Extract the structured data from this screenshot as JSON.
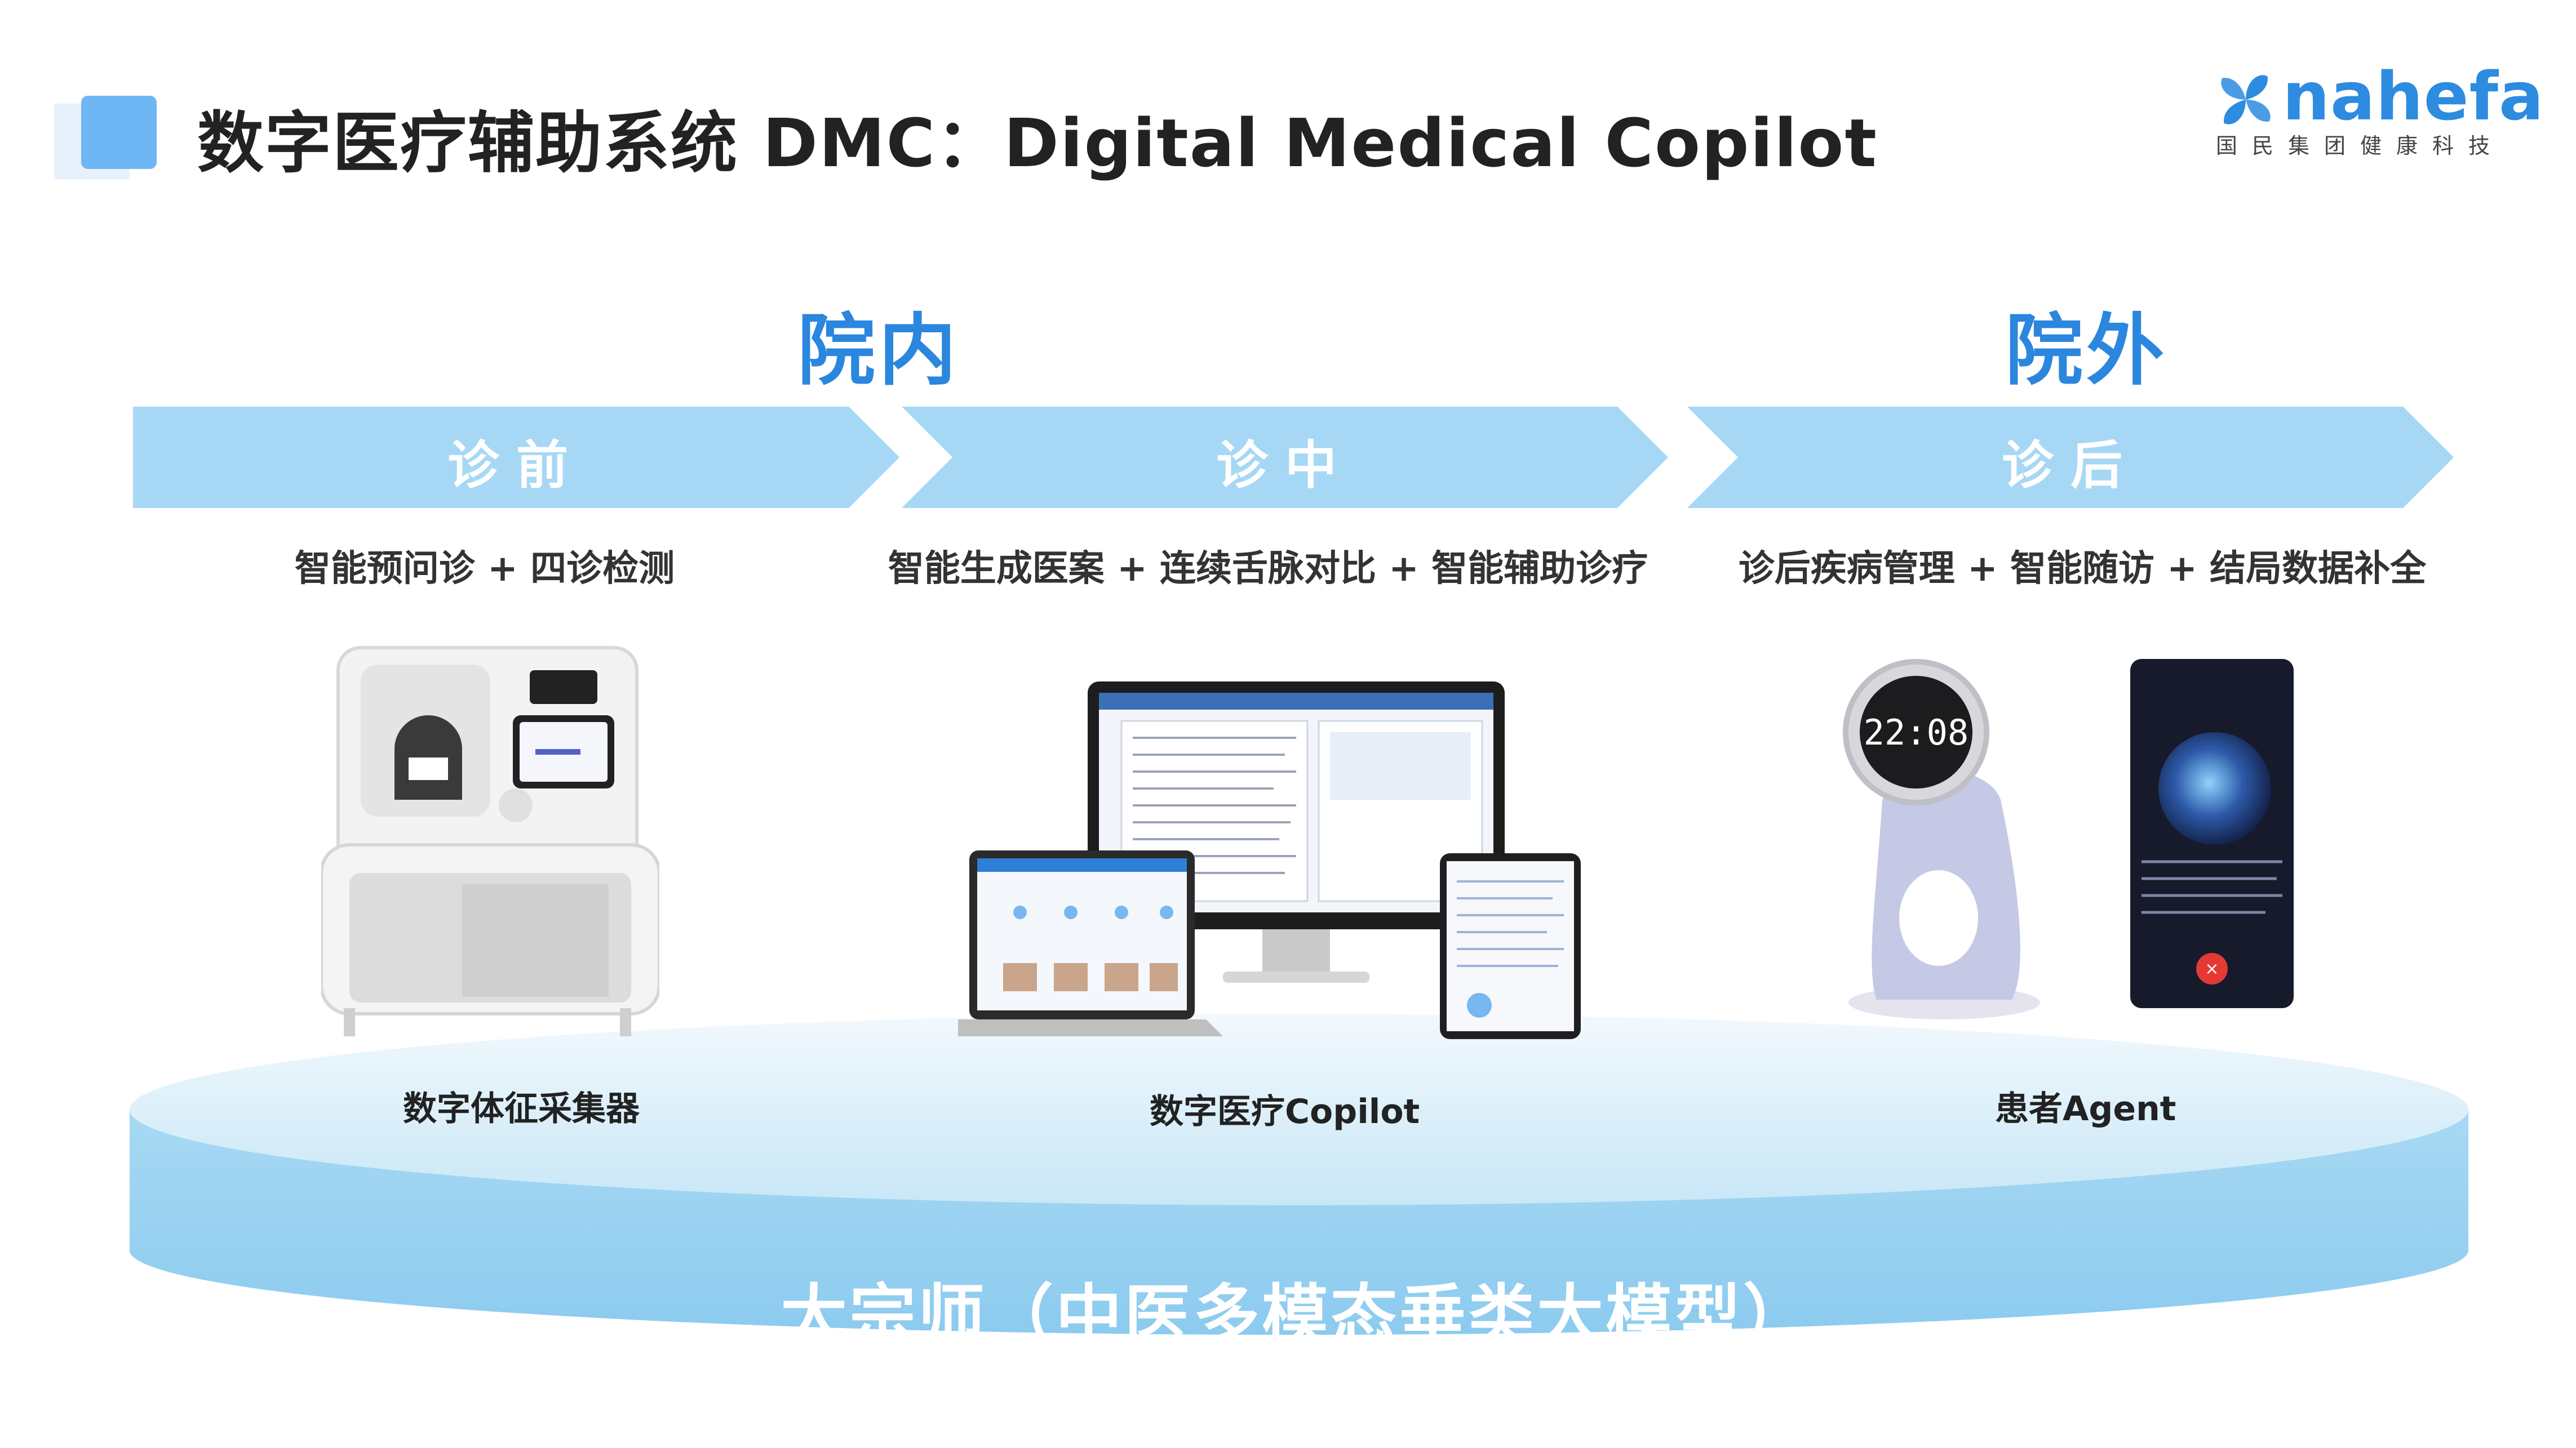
{
  "header": {
    "title": "数字医疗辅助系统 DMC：Digital Medical Copilot"
  },
  "logo": {
    "wordmark": "nahefa",
    "subtitle": "国民集团健康科技",
    "brand_color": "#2d8be0"
  },
  "sections": {
    "inside": "院内",
    "outside": "院外"
  },
  "stages": [
    {
      "label": "诊前",
      "features": "智能预问诊 + 四诊检测",
      "device": "数字体征采集器"
    },
    {
      "label": "诊中",
      "features": "智能生成医案 + 连续舌脉对比 + 智能辅助诊疗",
      "device": "数字医疗Copilot"
    },
    {
      "label": "诊后",
      "features": "诊后疾病管理 + 智能随访 + 结局数据补全",
      "device": "患者Agent"
    }
  ],
  "devices": {
    "watch_time": "22:08",
    "icons": [
      "vital-signs-collector-icon",
      "computer-monitor-icon",
      "laptop-icon",
      "tablet-icon",
      "smart-tongue-device-icon",
      "smartphone-icon"
    ]
  },
  "platform": {
    "label": "大宗师（中医多模态垂类大模型）"
  },
  "colors": {
    "chevron": "#a6d8f5",
    "section_text": "#2b86de",
    "platform_top": "#dff0fa",
    "platform_side": "#9fd4f1"
  }
}
